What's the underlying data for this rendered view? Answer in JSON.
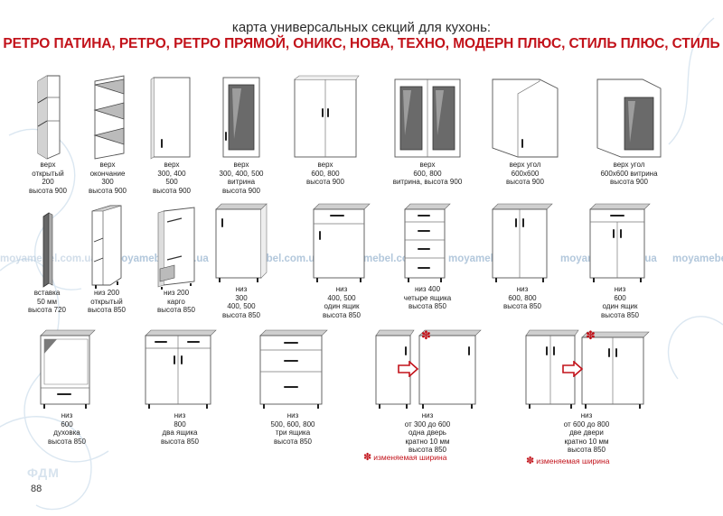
{
  "header": {
    "subtitle": "карта универсальных секций для кухонь:",
    "title": "РЕТРО ПАТИНА, РЕТРО, РЕТРО ПРЯМОЙ, ОНИКС, НОВА, ТЕХНО, МОДЕРН ПЛЮС, СТИЛЬ ПЛЮС, СТИЛЬ"
  },
  "watermark": "moyamebel.com.ua",
  "page_number": "88",
  "logo_text": "ФДМ",
  "variable_width_label": "изменяемая ширина",
  "asterisk": "✽",
  "items": [
    {
      "id": "up-open",
      "lines": [
        "верх",
        "открытый",
        "200",
        "высота 900"
      ]
    },
    {
      "id": "up-end",
      "lines": [
        "верх",
        "окончание",
        "300",
        "высота 900"
      ]
    },
    {
      "id": "up-1door",
      "lines": [
        "верх",
        "300, 400",
        "500",
        "высота 900"
      ]
    },
    {
      "id": "up-glass-1",
      "lines": [
        "верх",
        "300, 400, 500",
        "витрина",
        "высота 900"
      ]
    },
    {
      "id": "up-2door",
      "lines": [
        "верх",
        "600, 800",
        "высота 900"
      ]
    },
    {
      "id": "up-glass-2",
      "lines": [
        "верх",
        "600, 800",
        "витрина, высота 900"
      ]
    },
    {
      "id": "up-corner",
      "lines": [
        "верх угол",
        "600х600",
        "высота 900"
      ]
    },
    {
      "id": "up-corner-glass",
      "lines": [
        "верх угол",
        "600х600 витрина",
        "высота 900"
      ]
    },
    {
      "id": "insert",
      "lines": [
        "вставка",
        "50 мм",
        "высота 720"
      ]
    },
    {
      "id": "low-open",
      "lines": [
        "низ 200",
        "открытый",
        "высота 850"
      ]
    },
    {
      "id": "low-cargo",
      "lines": [
        "низ 200",
        "карго",
        "высота 850"
      ]
    },
    {
      "id": "low-1door",
      "lines": [
        "низ",
        "300",
        "400, 500",
        "высота 850"
      ]
    },
    {
      "id": "low-1drawer",
      "lines": [
        "низ",
        "400, 500",
        "один ящик",
        "высота 850"
      ]
    },
    {
      "id": "low-4drawers",
      "lines": [
        "низ 400",
        "четыре ящика",
        "высота 850"
      ]
    },
    {
      "id": "low-2door",
      "lines": [
        "низ",
        "600, 800",
        "высота 850"
      ]
    },
    {
      "id": "low-600-1drawer",
      "lines": [
        "низ",
        "600",
        "один ящик",
        "высота 850"
      ]
    },
    {
      "id": "low-oven",
      "lines": [
        "низ",
        "600",
        "духовка",
        "высота 850"
      ]
    },
    {
      "id": "low-2drawers",
      "lines": [
        "низ",
        "800",
        "два ящика",
        "высота 850"
      ]
    },
    {
      "id": "low-3drawers",
      "lines": [
        "низ",
        "500, 600, 800",
        "три ящика",
        "высота 850"
      ]
    },
    {
      "id": "low-var-1door",
      "lines": [
        "низ",
        "от 300 до 600",
        "одна дверь",
        "кратно 10 мм",
        "высота 850"
      ]
    },
    {
      "id": "low-var-2door",
      "lines": [
        "низ",
        "от 600 до 800",
        "две двери",
        "кратно 10 мм",
        "высота 850"
      ]
    }
  ]
}
